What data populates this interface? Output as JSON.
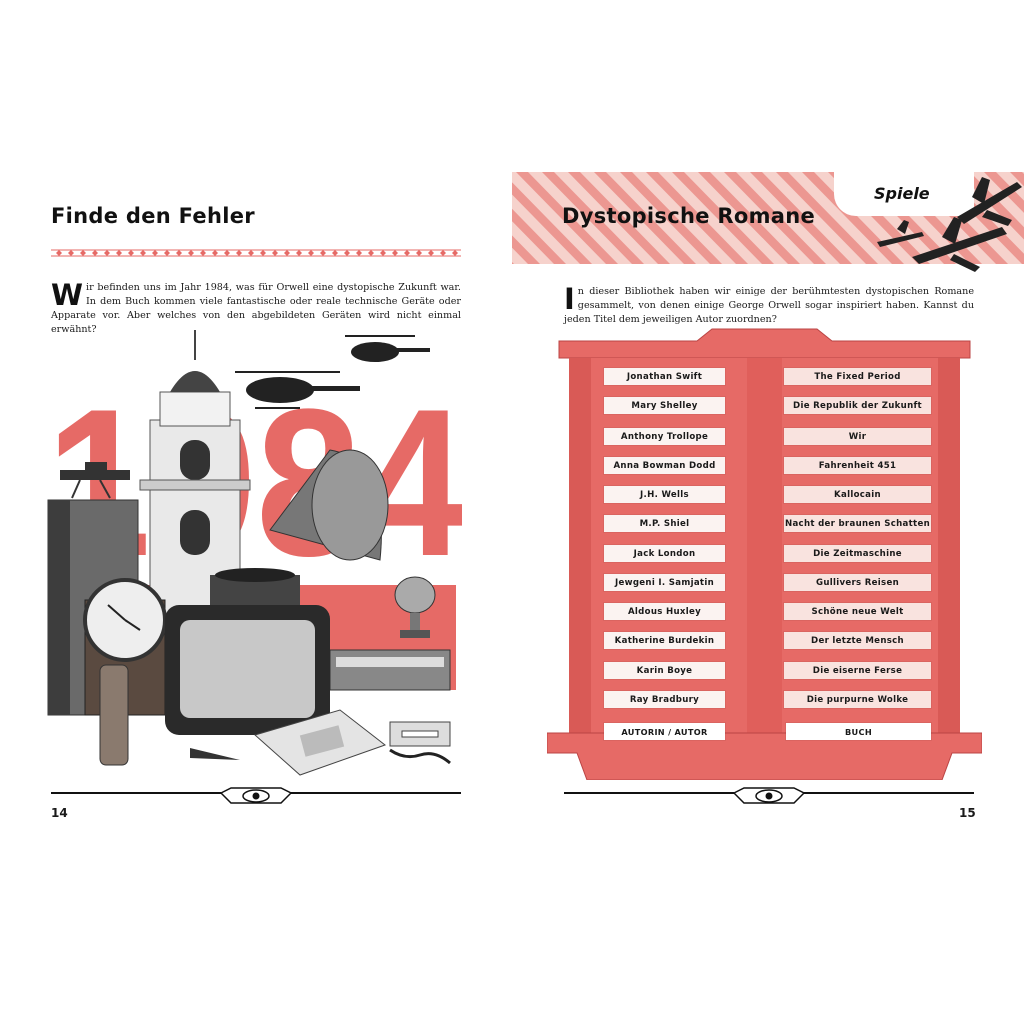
{
  "left_page": {
    "title": "Finde den Fehler",
    "dropcap": "W",
    "intro": "ir befinden uns im Jahr 1984, was für Orwell eine dystopische Zukunft war. In dem Buch kommen viele fantastische oder reale technische Geräte oder Apparate vor. Aber welches von den abgebildeten Geräten wird nicht einmal erwähnt?",
    "big_number": "1984",
    "page_number": "14"
  },
  "right_page": {
    "section_tab": "Spiele",
    "title": "Dystopische Romane",
    "dropcap": "I",
    "intro": "n dieser Bibliothek haben wir einige der berühmtesten dystopischen Romane gesammelt, von denen einige George Orwell sogar inspiriert haben. Kannst du jeden Titel dem jeweiligen Autor zuordnen?",
    "authors": [
      "Jonathan Swift",
      "Mary Shelley",
      "Anthony Trollope",
      "Anna Bowman Dodd",
      "J.H. Wells",
      "M.P. Shiel",
      "Jack London",
      "Jewgeni I. Samjatin",
      "Aldous Huxley",
      "Katherine Burdekin",
      "Karin Boye",
      "Ray Bradbury"
    ],
    "books": [
      "The Fixed Period",
      "Die Republik der Zukunft",
      "Wir",
      "Fahrenheit 451",
      "Kallocain",
      "Nacht der braunen Schatten",
      "Die Zeitmaschine",
      "Gullivers Reisen",
      "Schöne neue Welt",
      "Der letzte Mensch",
      "Die eiserne Ferse",
      "Die purpurne Wolke"
    ],
    "column_header_authors": "AUTORIN / AUTOR",
    "column_header_books": "BUCH",
    "page_number": "15"
  },
  "colors": {
    "accent_red": "#e66a66",
    "light_pink": "#f6d2cc",
    "ink": "#1a1a1a"
  },
  "icons": [
    "eye-ornament-icon",
    "airplane-icon",
    "helicopter-icon",
    "telephone-icon",
    "clock-icon",
    "television-icon",
    "gramophone-icon",
    "kettle-icon",
    "razor-blade-icon",
    "bell-tower-icon"
  ]
}
